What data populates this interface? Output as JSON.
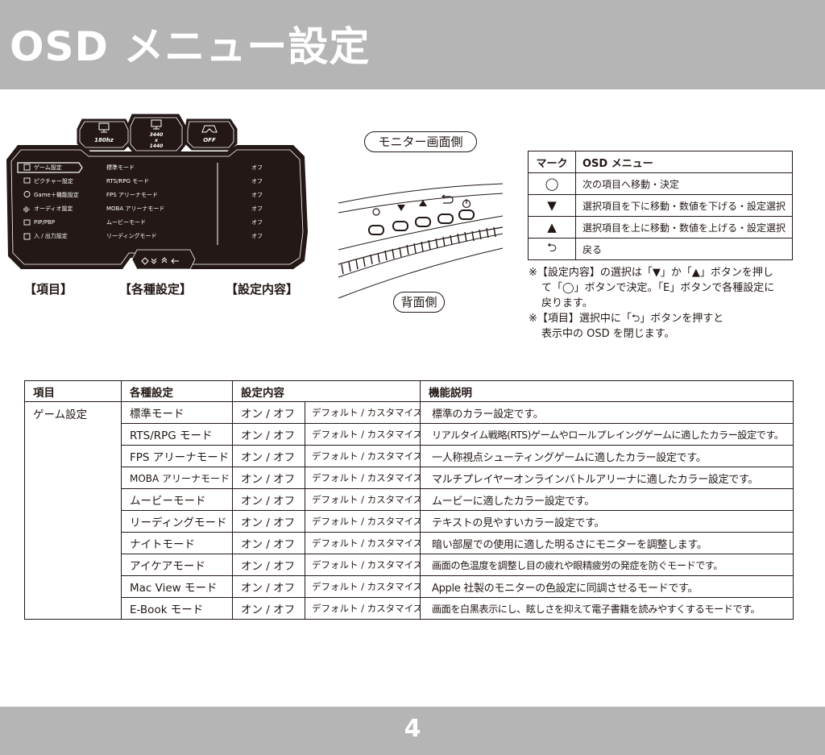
{
  "page": {
    "title": "OSD メニュー設定",
    "number": "4"
  },
  "osd": {
    "top_buttons": [
      {
        "icon": "monitor-icon",
        "label": "180hz"
      },
      {
        "icon": "monitor-icon",
        "label": "3440\nx\n1440"
      },
      {
        "icon": "gamepad-icon",
        "label": "OFF"
      }
    ],
    "items": [
      {
        "icon": "game-icon",
        "label": "ゲーム設定"
      },
      {
        "icon": "picture-icon",
        "label": "ピクチャー設定"
      },
      {
        "icon": "gear-icon",
        "label": "Game＋機能設定"
      },
      {
        "icon": "audio-icon",
        "label": "オーディオ設定"
      },
      {
        "icon": "pip-icon",
        "label": "PIP/PBP"
      },
      {
        "icon": "input-icon",
        "label": "入 / 出力設定"
      }
    ],
    "settings": [
      "標準モード",
      "RTS/RPG モード",
      "FPS アリーナモード",
      "MOBA アリーナモード",
      "ムービーモード",
      "リーディングモード"
    ],
    "values": [
      "オフ",
      "オフ",
      "オフ",
      "オフ",
      "オフ",
      "オフ"
    ]
  },
  "labels": {
    "items": "【項目】",
    "settings": "【各種設定】",
    "content": "【設定内容】",
    "monitor_side": "モニター画面側",
    "back_side": "背面側"
  },
  "mark_table": {
    "headers": [
      "マーク",
      "OSD メニュー"
    ],
    "rows": [
      {
        "mark": "◯",
        "text": "次の項目へ移動・決定"
      },
      {
        "mark": "▼",
        "text": "選択項目を下に移動・数値を下げる・設定選択"
      },
      {
        "mark": "▲",
        "text": "選択項目を上に移動・数値を上げる・設定選択"
      },
      {
        "mark": "⮌",
        "text": "戻る"
      }
    ]
  },
  "notes": [
    "※【設定内容】の選択は「▼」か「▲」ボタンを押し",
    "て「◯」ボタンで決定。「E」ボタンで各種設定に",
    "戻ります。",
    "※【項目】選択中に「⮌」ボタンを押すと",
    "表示中の OSD を閉じます。"
  ],
  "main_table": {
    "headers": [
      "項目",
      "各種設定",
      "設定内容",
      "機能説明"
    ],
    "category": "ゲーム設定",
    "rows": [
      {
        "setting": "標準モード",
        "value": "オン / オフ",
        "default": "デフォルト / カスタマイズ",
        "desc": "標準のカラー設定です。"
      },
      {
        "setting": "RTS/RPG モード",
        "value": "オン / オフ",
        "default": "デフォルト / カスタマイズ",
        "desc": "リアルタイム戦略(RTS)ゲームやロールプレイングゲームに適したカラー設定です。"
      },
      {
        "setting": "FPS アリーナモード",
        "value": "オン / オフ",
        "default": "デフォルト / カスタマイズ",
        "desc": "一人称視点シューティングゲームに適したカラー設定です。"
      },
      {
        "setting": "MOBA アリーナモード",
        "value": "オン / オフ",
        "default": "デフォルト / カスタマイズ",
        "desc": "マルチプレイヤーオンラインバトルアリーナに適したカラー設定です。"
      },
      {
        "setting": "ムービーモード",
        "value": "オン / オフ",
        "default": "デフォルト / カスタマイズ",
        "desc": "ムービーに適したカラー設定です。"
      },
      {
        "setting": "リーディングモード",
        "value": "オン / オフ",
        "default": "デフォルト / カスタマイズ",
        "desc": "テキストの見やすいカラー設定です。"
      },
      {
        "setting": "ナイトモード",
        "value": "オン / オフ",
        "default": "デフォルト / カスタマイズ",
        "desc": "暗い部屋での使用に適した明るさにモニターを調整します。"
      },
      {
        "setting": "アイケアモード",
        "value": "オン / オフ",
        "default": "デフォルト / カスタマイズ",
        "desc": "画面の色温度を調整し目の疲れや眼精疲労の発症を防ぐモードです。"
      },
      {
        "setting": "Mac View モード",
        "value": "オン / オフ",
        "default": "デフォルト / カスタマイズ",
        "desc": "Apple 社製のモニターの色設定に同調させるモードです。"
      },
      {
        "setting": "E-Book モード",
        "value": "オン / オフ",
        "default": "デフォルト / カスタマイズ",
        "desc": "画面を白黒表示にし、眩しさを抑えて電子書籍を読みやすくするモードです。"
      }
    ]
  }
}
